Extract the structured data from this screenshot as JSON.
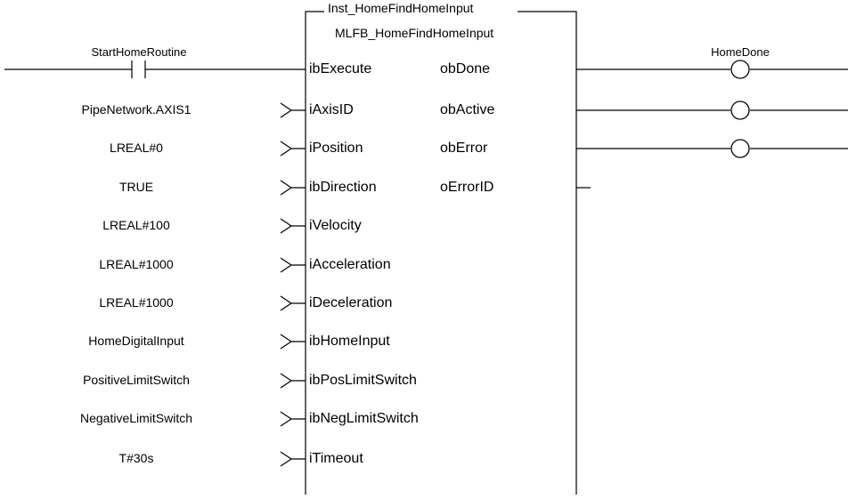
{
  "function_block": {
    "instance_name": "Inst_HomeFindHomeInput",
    "type_name": "MLFB_HomeFindHomeInput",
    "inputs": [
      {
        "pin": "ibExecute",
        "value": "StartHomeRoutine",
        "connection": "contact"
      },
      {
        "pin": "iAxisID",
        "value": "PipeNetwork.AXIS1",
        "connection": "variable"
      },
      {
        "pin": "iPosition",
        "value": "LREAL#0",
        "connection": "variable"
      },
      {
        "pin": "ibDirection",
        "value": "TRUE",
        "connection": "variable"
      },
      {
        "pin": "iVelocity",
        "value": "LREAL#100",
        "connection": "variable"
      },
      {
        "pin": "iAcceleration",
        "value": "LREAL#1000",
        "connection": "variable"
      },
      {
        "pin": "iDeceleration",
        "value": "LREAL#1000",
        "connection": "variable"
      },
      {
        "pin": "ibHomeInput",
        "value": "HomeDigitalInput",
        "connection": "variable"
      },
      {
        "pin": "ibPosLimitSwitch",
        "value": "PositiveLimitSwitch",
        "connection": "variable"
      },
      {
        "pin": "ibNegLimitSwitch",
        "value": "NegativeLimitSwitch",
        "connection": "variable"
      },
      {
        "pin": "iTimeout",
        "value": "T#30s",
        "connection": "variable"
      }
    ],
    "outputs": [
      {
        "pin": "obDone",
        "coil_label": "HomeDone",
        "connection": "coil"
      },
      {
        "pin": "obActive",
        "coil_label": "",
        "connection": "coil"
      },
      {
        "pin": "obError",
        "coil_label": "",
        "connection": "coil"
      },
      {
        "pin": "oErrorID",
        "coil_label": "",
        "connection": "open"
      }
    ]
  }
}
